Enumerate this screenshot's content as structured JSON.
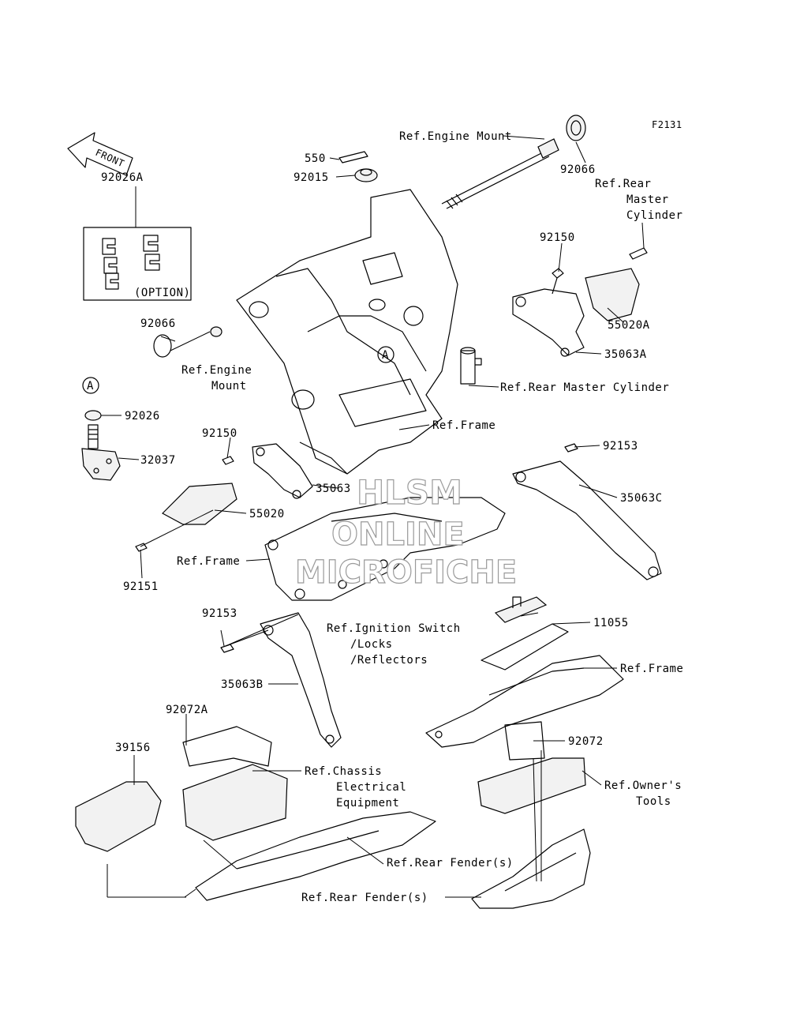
{
  "diagram_code": "F2131",
  "front_arrow_text": "FRONT",
  "watermark": [
    "HLSM",
    "ONLINE",
    "MICROFICHE"
  ],
  "callout_letter": "A",
  "option_text": "(OPTION)",
  "labels": {
    "p550": "550",
    "p92015": "92015",
    "ref_engine_mount_top": "Ref.Engine Mount",
    "p92066_top": "92066",
    "ref_rear_master_1": "Ref.Rear",
    "ref_rear_master_2": "Master",
    "ref_rear_master_3": "Cylinder",
    "p92026A": "92026A",
    "p92150_top": "92150",
    "p55020A": "55020A",
    "p35063A": "35063A",
    "p92066_left": "92066",
    "ref_engine_mount_left_1": "Ref.Engine",
    "ref_engine_mount_left_2": "Mount",
    "ref_rear_master_cylinder": "Ref.Rear Master Cylinder",
    "p92026": "92026",
    "ref_frame_mid": "Ref.Frame",
    "p92150_mid": "92150",
    "p32037": "32037",
    "p92153_right": "92153",
    "p35063": "35063",
    "p35063C": "35063C",
    "p55020": "55020",
    "ref_frame_left": "Ref.Frame",
    "p92151": "92151",
    "p92153_left": "92153",
    "ref_ignition_1": "Ref.Ignition Switch",
    "ref_ignition_2": "/Locks",
    "ref_ignition_3": "/Reflectors",
    "p11055": "11055",
    "ref_frame_right": "Ref.Frame",
    "p35063B": "35063B",
    "p92072A": "92072A",
    "p39156": "39156",
    "ref_chassis_1": "Ref.Chassis",
    "ref_chassis_2": "Electrical",
    "ref_chassis_3": "Equipment",
    "p92072": "92072",
    "ref_owners_1": "Ref.Owner's",
    "ref_owners_2": "Tools",
    "ref_rear_fender_1": "Ref.Rear Fender(s)",
    "ref_rear_fender_2": "Ref.Rear Fender(s)"
  }
}
